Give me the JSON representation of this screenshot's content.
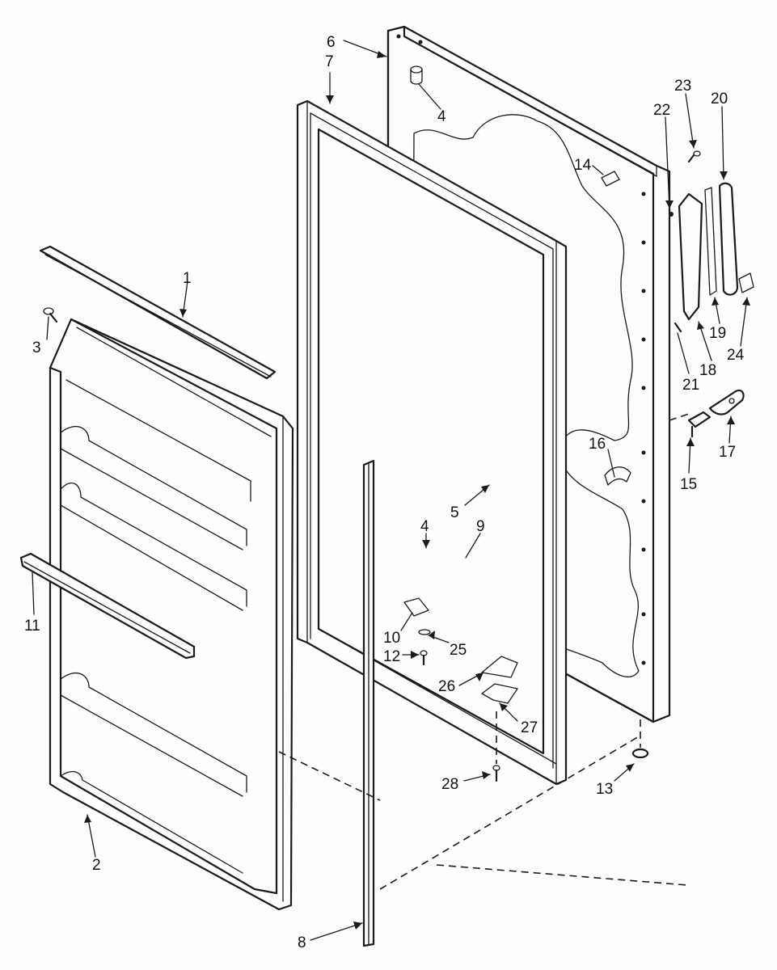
{
  "callouts": [
    {
      "id": "c1",
      "text": "1"
    },
    {
      "id": "c2",
      "text": "2"
    },
    {
      "id": "c3",
      "text": "3"
    },
    {
      "id": "c4a",
      "text": "4"
    },
    {
      "id": "c4b",
      "text": "4"
    },
    {
      "id": "c5",
      "text": "5"
    },
    {
      "id": "c6",
      "text": "6"
    },
    {
      "id": "c7",
      "text": "7"
    },
    {
      "id": "c8",
      "text": "8"
    },
    {
      "id": "c9",
      "text": "9"
    },
    {
      "id": "c10",
      "text": "10"
    },
    {
      "id": "c11",
      "text": "11"
    },
    {
      "id": "c12",
      "text": "12"
    },
    {
      "id": "c13",
      "text": "13"
    },
    {
      "id": "c14",
      "text": "14"
    },
    {
      "id": "c15",
      "text": "15"
    },
    {
      "id": "c16",
      "text": "16"
    },
    {
      "id": "c17",
      "text": "17"
    },
    {
      "id": "c18",
      "text": "18"
    },
    {
      "id": "c19",
      "text": "19"
    },
    {
      "id": "c20",
      "text": "20"
    },
    {
      "id": "c21",
      "text": "21"
    },
    {
      "id": "c22",
      "text": "22"
    },
    {
      "id": "c23",
      "text": "23"
    },
    {
      "id": "c24",
      "text": "24"
    },
    {
      "id": "c25",
      "text": "25"
    },
    {
      "id": "c26",
      "text": "26"
    },
    {
      "id": "c27",
      "text": "27"
    },
    {
      "id": "c28",
      "text": "28"
    }
  ]
}
